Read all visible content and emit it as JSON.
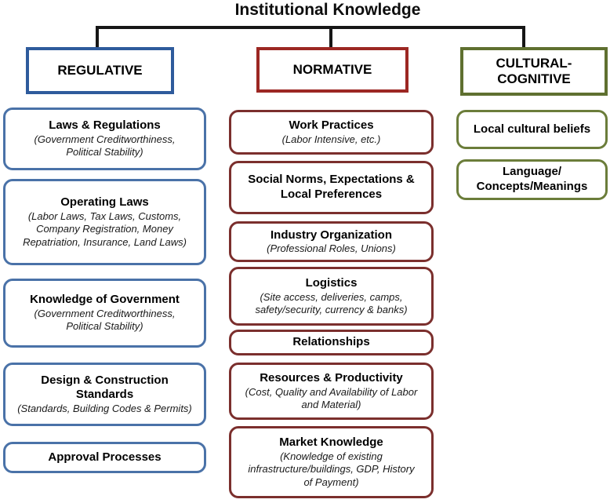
{
  "title": "Institutional Knowledge",
  "colors": {
    "regulative_header_border": "#2e5b9c",
    "regulative_box_border": "#4a72a8",
    "normative_header_border": "#9c2723",
    "normative_box_border": "#7b2f2d",
    "cultural_header_border": "#5f7030",
    "cultural_box_border": "#6b7d3a",
    "connector": "#161616",
    "background": "#ffffff",
    "text": "#000000"
  },
  "columns": [
    {
      "header": "REGULATIVE",
      "boxes": [
        {
          "title": "Laws & Regulations",
          "sub": "(Government Creditworthiness,\nPolitical Stability)"
        },
        {
          "title": "Operating Laws",
          "sub": "(Labor Laws, Tax Laws, Customs,\nCompany Registration, Money\nRepatriation, Insurance, Land Laws)"
        },
        {
          "title": "Knowledge of Government",
          "sub": "(Government Creditworthiness,\nPolitical Stability)"
        },
        {
          "title": "Design & Construction\nStandards",
          "sub": "(Standards, Building Codes & Permits)"
        },
        {
          "title": "Approval Processes"
        }
      ]
    },
    {
      "header": "NORMATIVE",
      "boxes": [
        {
          "title": "Work Practices",
          "sub": "(Labor Intensive, etc.)"
        },
        {
          "title": "Social Norms, Expectations &\nLocal Preferences"
        },
        {
          "title": "Industry Organization",
          "sub": "(Professional Roles, Unions)"
        },
        {
          "title": "Logistics",
          "sub": "(Site access, deliveries, camps,\nsafety/security, currency & banks)"
        },
        {
          "title": "Relationships"
        },
        {
          "title": "Resources & Productivity",
          "sub": "(Cost, Quality and Availability of Labor\nand Material)"
        },
        {
          "title": "Market Knowledge",
          "sub": "(Knowledge of existing\ninfrastructure/buildings, GDP, History\nof Payment)"
        }
      ]
    },
    {
      "header": "CULTURAL-\nCOGNITIVE",
      "boxes": [
        {
          "title": "Local cultural beliefs"
        },
        {
          "title": "Language/\nConcepts/Meanings"
        }
      ]
    }
  ]
}
